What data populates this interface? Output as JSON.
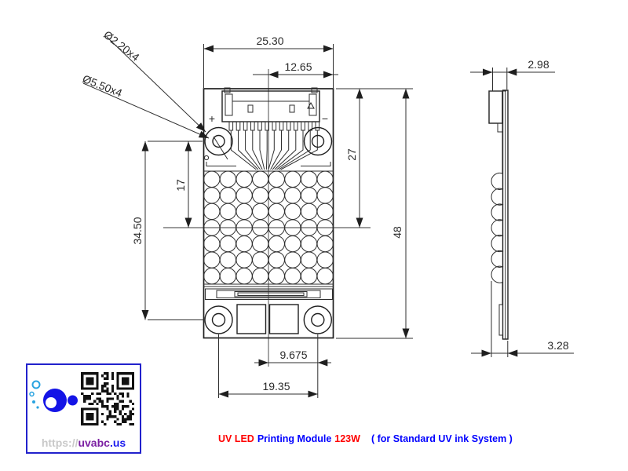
{
  "dims": {
    "width_total": "25.30",
    "width_half": "12.65",
    "height_total": "48",
    "height_to_center": "27",
    "hole_to_center_v": "17",
    "hole_span_v": "34.50",
    "hole_to_center_h": "9.675",
    "hole_span_h": "19.35",
    "side_connector_thickness": "2.98",
    "side_module_thickness": "3.28"
  },
  "callouts": {
    "small_holes": "Ø2.20x4",
    "mount_holes": "Ø5.50x4"
  },
  "polarity": {
    "plus": "+",
    "minus": "−"
  },
  "led_array": {
    "rows": 7,
    "cols": 8
  },
  "logo": {
    "url_prefix": "https://",
    "url_name": "uvabc",
    "url_tld": ".us",
    "colors": {
      "border": "#2222cc",
      "prefix": "#c9c9c9",
      "name": "#7b1fa2",
      "tld": "#1a1aee",
      "bubble_big": "#1414e6",
      "bubble_small": "#29a3e0",
      "qr": "#111111"
    }
  },
  "caption": {
    "t1": "UV LED",
    "t2": "Printing Module",
    "t3": "123W",
    "t4": "( for Standard UV ink System )",
    "colors": {
      "red": "#ff0000",
      "blue": "#0000ff"
    }
  }
}
